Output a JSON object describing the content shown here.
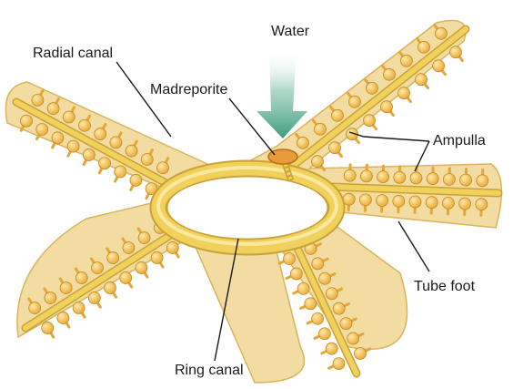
{
  "labels": {
    "water": "Water",
    "radial_canal": "Radial canal",
    "madreporite": "Madreporite",
    "ampulla": "Ampulla",
    "tube_foot": "Tube foot",
    "ring_canal": "Ring canal"
  },
  "colors": {
    "background": "#ffffff",
    "body_fill": "#f3dca2",
    "body_edge": "#d9b45c",
    "canal": "#f1d15b",
    "canal_edge": "#c9a234",
    "canal_highlight": "#fbeeb0",
    "ampulla": "#f0b93e",
    "ampulla_edge": "#c48a1f",
    "tube_foot": "#e4a636",
    "water_arrow": "#3f9b7d",
    "madreporite": "#e89b3a",
    "leader_line": "#1a1a1a"
  },
  "icons": {
    "water_flow": "down-arrow-icon"
  }
}
